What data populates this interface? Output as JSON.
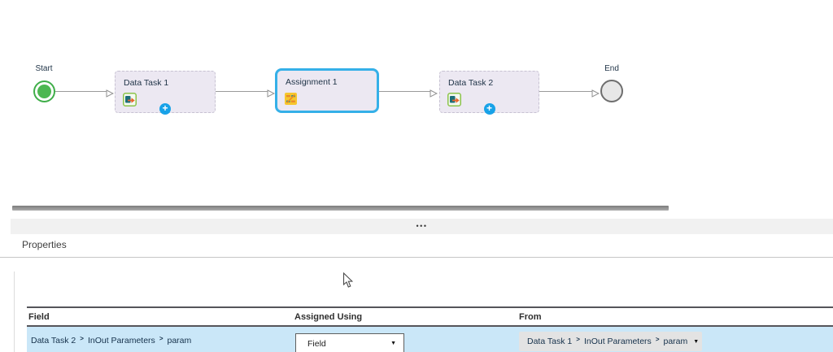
{
  "glyphs": {
    "chevron": ">",
    "caret_down": "▼",
    "plus": "+",
    "dots": "•••"
  },
  "canvas": {
    "start_label": "Start",
    "end_label": "End",
    "nodes": [
      {
        "title": "Data Task 1",
        "type": "data-task"
      },
      {
        "title": "Assignment 1",
        "type": "assignment",
        "selected": true
      },
      {
        "title": "Data Task 2",
        "type": "data-task"
      }
    ]
  },
  "properties_panel": {
    "title": "Properties",
    "table": {
      "columns": [
        "Field",
        "Assigned Using",
        "From"
      ],
      "row": {
        "field_path": [
          "Data Task 2",
          "InOut Parameters",
          "param"
        ],
        "assigned_using": "Field",
        "from_path": [
          "Data Task 1",
          "InOut Parameters",
          "param"
        ]
      }
    }
  },
  "colors": {
    "selected_node_border": "#35b0e8",
    "node_fill": "#ece8f2",
    "start_green": "#3fae49",
    "end_gray": "#e7e7e7",
    "add_button_blue": "#18a2e8",
    "row_highlight": "#cae7f8"
  }
}
